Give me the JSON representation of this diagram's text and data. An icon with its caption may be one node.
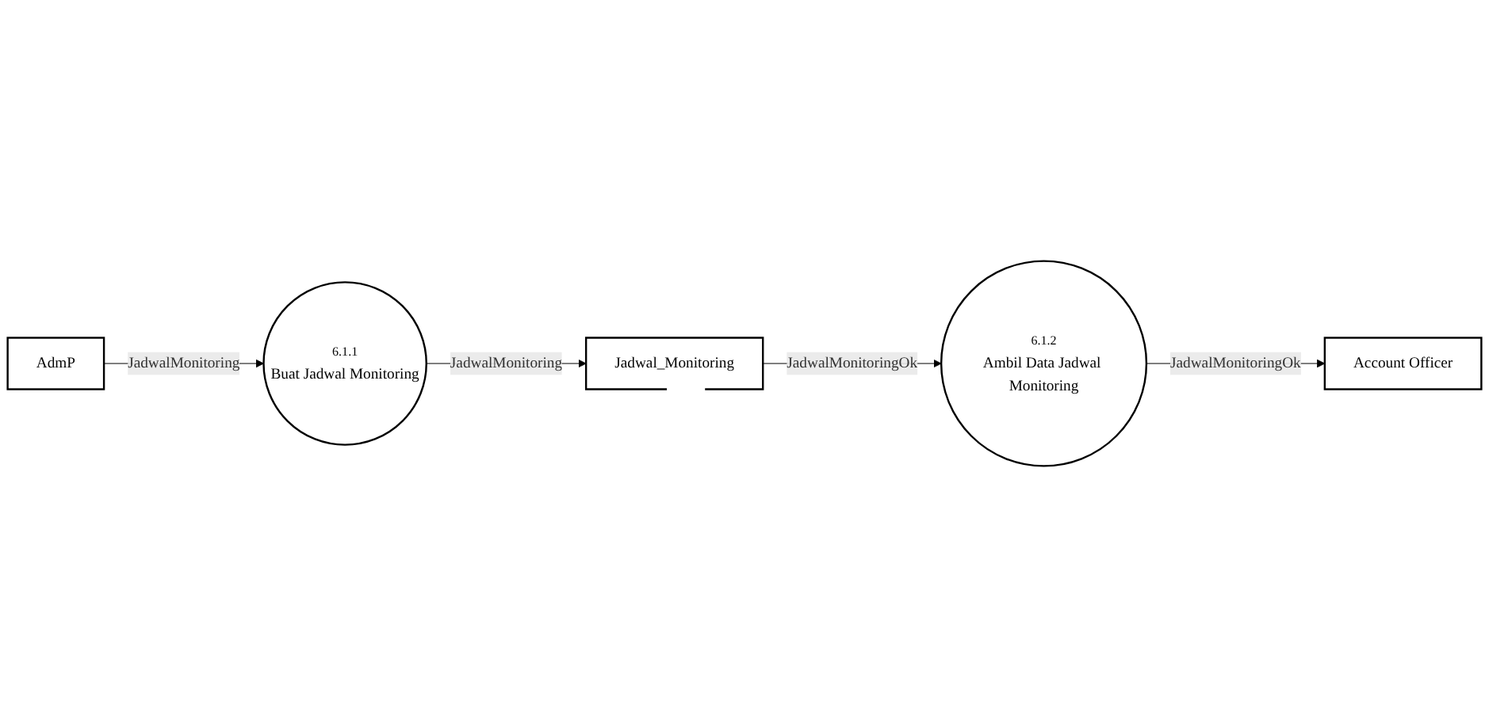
{
  "diagram": {
    "nodes": [
      {
        "text": [
          "AdmP"
        ]
      },
      {
        "text": [
          "6.1.1",
          "Buat Jadwal Monitoring"
        ]
      },
      {
        "text": [
          "Jadwal_Monitoring"
        ]
      },
      {
        "text": [
          "Account Officer"
        ]
      },
      {
        "text": [
          "6.1.2",
          "Ambil Data Jadwal Monitoring"
        ]
      }
    ],
    "edges": [
      {
        "from": 0,
        "to": 1,
        "arrow": "to",
        "label": "JadwalMonitoring"
      },
      {
        "from": 1,
        "to": 2,
        "arrow": "to",
        "label": "JadwalMonitoring"
      },
      {
        "from": 2,
        "to": 4,
        "arrow": "to",
        "label": "JadwalMonitoringOk"
      },
      {
        "from": 4,
        "to": 3,
        "arrow": "to",
        "label": "JadwalMonitoringOk"
      }
    ]
  }
}
